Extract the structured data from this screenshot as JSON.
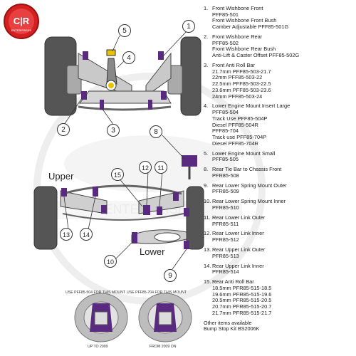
{
  "logo": {
    "text": "C|R",
    "sub": "ENTERPRISES"
  },
  "watermark": {
    "text": "ENTERPRISES"
  },
  "labels": {
    "upper": "Upper",
    "lower": "Lower"
  },
  "callouts": {
    "c1": "1",
    "c2": "2",
    "c3": "3",
    "c4": "4",
    "c5": "5",
    "c8": "8",
    "c9": "9",
    "c10": "10",
    "c11": "11",
    "c12": "12",
    "c13": "13",
    "c14": "14",
    "c15": "15"
  },
  "inset": {
    "left_caption": "USE PFF85-504 FOR THIS MOUNT",
    "right_caption": "USE PFF85-704 FOR THIS MOUNT",
    "left_date": "UP TO 2009",
    "right_date": "FROM 2009 ON"
  },
  "parts": [
    {
      "num": "1.",
      "lines": [
        "Front Wishbone  Front",
        "PFF85-501",
        "Front Wishbone Front Bush",
        "Camber Adjustable PFF85-501G"
      ]
    },
    {
      "num": "2.",
      "lines": [
        "Front Wishbone Rear",
        "PFF85-502",
        "Front Wishbone Rear Bush",
        "Anti-Lift & Caster Offset PFF85-502G"
      ]
    },
    {
      "num": "3.",
      "lines": [
        "Front Anti Roll Bar",
        "21.7mm PFF85-503-21.7",
        "22mm PFF85-503-22",
        "22.5mm PFF85-503-22.5",
        "23.6mm PFF85-503-23.6",
        "24mm PFF85-503-24"
      ]
    },
    {
      "num": "4.",
      "lines": [
        "Lower Engine Mount Insert Large",
        "PFF85-504",
        "Track Use PFF85-504P",
        "Diesel PFF85-504R",
        "PFF85-704",
        "Track use PFF85-704P",
        "Diesel PFF85-704R"
      ]
    },
    {
      "num": "5.",
      "lines": [
        "Lower Engine Mount Small",
        "PFF85-505"
      ]
    },
    {
      "num": "8.",
      "lines": [
        "Rear Tie Bar to Chassis Front",
        "PFR85-508"
      ]
    },
    {
      "num": "9.",
      "lines": [
        "Rear Lower Spring Mount Outer",
        "PFR85-509"
      ]
    },
    {
      "num": "10.",
      "lines": [
        "Rear Lower Spring Mount Inner",
        "PFR85-510"
      ]
    },
    {
      "num": "11.",
      "lines": [
        "Rear Lower Link Outer",
        "PFR85-511"
      ]
    },
    {
      "num": "12.",
      "lines": [
        "Rear Lower Link Inner",
        "PFR85-512"
      ]
    },
    {
      "num": "13.",
      "lines": [
        "Rear Upper Link Outer",
        "PFR85-513"
      ]
    },
    {
      "num": "14.",
      "lines": [
        "Rear Upper Link Inner",
        "PFR85-514"
      ]
    },
    {
      "num": "15.",
      "lines": [
        "Rear Anti Roll Bar",
        "18.5mm PFR85-515-18.5",
        "19.6mm PFR85-515-19.6",
        "20.5mm PFR85-515-20.5",
        "20.7mm PFR85-515-20.7",
        "21.7mm PFR85-515-21.7"
      ]
    }
  ],
  "footer": [
    "Other items available",
    "Bump Stop Kit BS2006K"
  ],
  "colors": {
    "bush": "#5a2a80",
    "metal": "#bdbdbd",
    "tyre": "#555555",
    "logo_red": "#d42020"
  }
}
